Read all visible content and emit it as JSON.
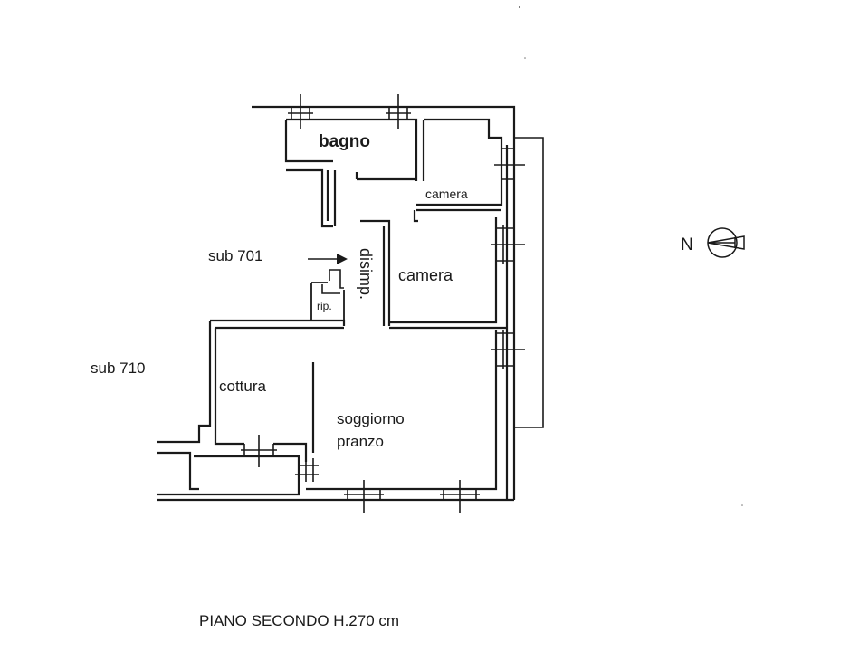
{
  "rooms": {
    "bagno": "bagno",
    "camera_small": "camera",
    "camera_large": "camera",
    "disimpegno": "disimp.",
    "ripostiglio": "rip.",
    "cottura": "cottura",
    "soggiorno_line1": "soggiorno",
    "soggiorno_line2": "pranzo"
  },
  "neighbors": {
    "sub_701": "sub 701",
    "sub_710": "sub 710"
  },
  "compass": {
    "label": "N"
  },
  "footer": {
    "caption": "PIANO SECONDO H.270 cm"
  }
}
